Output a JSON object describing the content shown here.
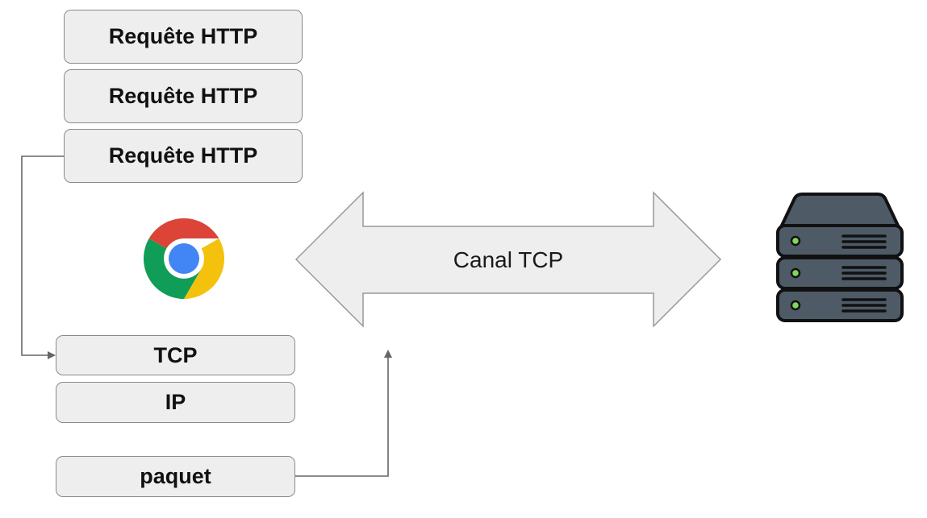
{
  "stack": {
    "requests": [
      "Requête HTTP",
      "Requête HTTP",
      "Requête HTTP"
    ],
    "tcp_label": "TCP",
    "ip_label": "IP",
    "packet_label": "paquet"
  },
  "channel": {
    "label": "Canal TCP"
  },
  "icons": {
    "browser": "chrome-browser-icon",
    "server": "server-rack-icon"
  },
  "colors": {
    "box_fill": "#eeeeee",
    "box_border": "#8a8a8a",
    "arrow_fill": "#eeeeee",
    "connector": "#666666",
    "chrome_red": "#db4437",
    "chrome_yellow": "#f4c20d",
    "chrome_green": "#0f9d58",
    "chrome_blue": "#4285f4",
    "server_body": "#4e5b66",
    "server_led": "#7ed957"
  }
}
